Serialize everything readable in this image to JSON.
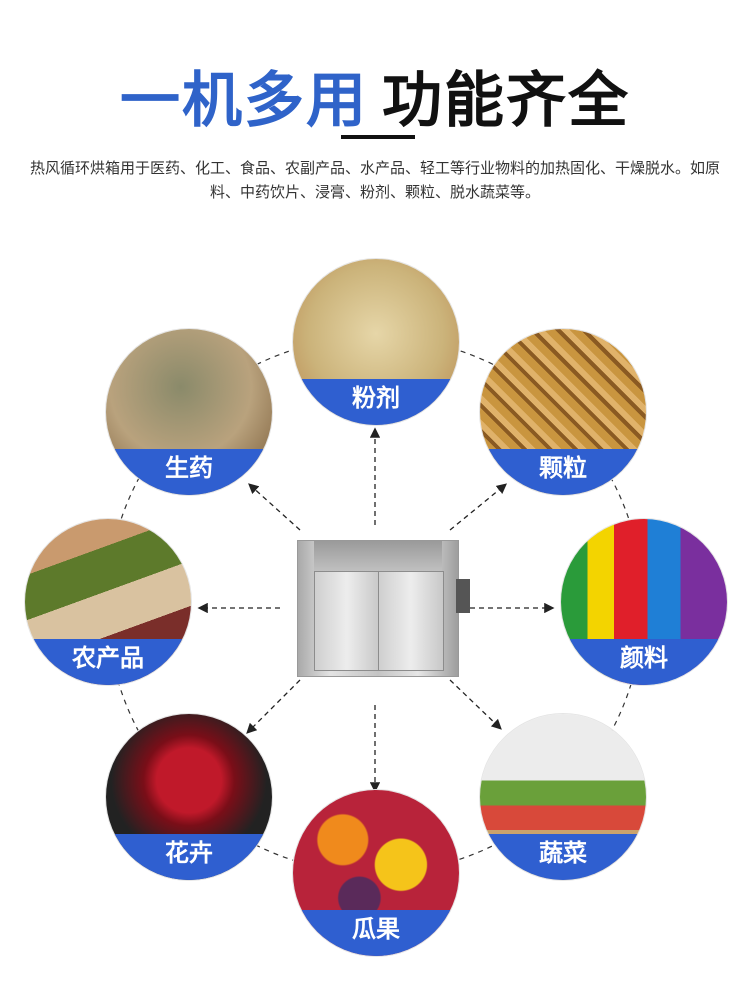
{
  "title": {
    "highlight": "一机多用",
    "rest": "功能齐全"
  },
  "description": "热风循环烘箱用于医药、化工、食品、农副产品、水产品、轻工等行业物料的加热固化、干燥脱水。如原料、中药饮片、浸膏、粉剂、颗粒、脱水蔬菜等。",
  "items": [
    {
      "label": "粉剂"
    },
    {
      "label": "生药"
    },
    {
      "label": "颗粒"
    },
    {
      "label": "农产品"
    },
    {
      "label": "颜料"
    },
    {
      "label": "花卉"
    },
    {
      "label": "蔬菜"
    },
    {
      "label": "瓜果"
    }
  ],
  "colors": {
    "accent": "#2f63c9",
    "band": "#2f5fd0"
  }
}
